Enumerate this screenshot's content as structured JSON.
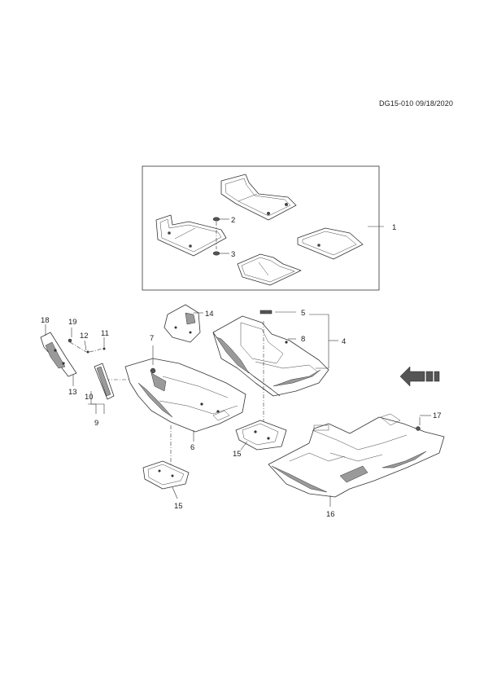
{
  "header": {
    "code": "DG15-010 09/18/2020"
  },
  "callouts": {
    "c1": "1",
    "c2": "2",
    "c3": "3",
    "c4": "4",
    "c5": "5",
    "c6": "6",
    "c7": "7",
    "c8": "8",
    "c9": "9",
    "c10": "10",
    "c11": "11",
    "c12": "12",
    "c13": "13",
    "c14": "14",
    "c15a": "15",
    "c15b": "15",
    "c16": "16",
    "c17": "17",
    "c18": "18",
    "c19": "19"
  },
  "icons": {
    "front_indicator": "front-arrow-icon"
  }
}
